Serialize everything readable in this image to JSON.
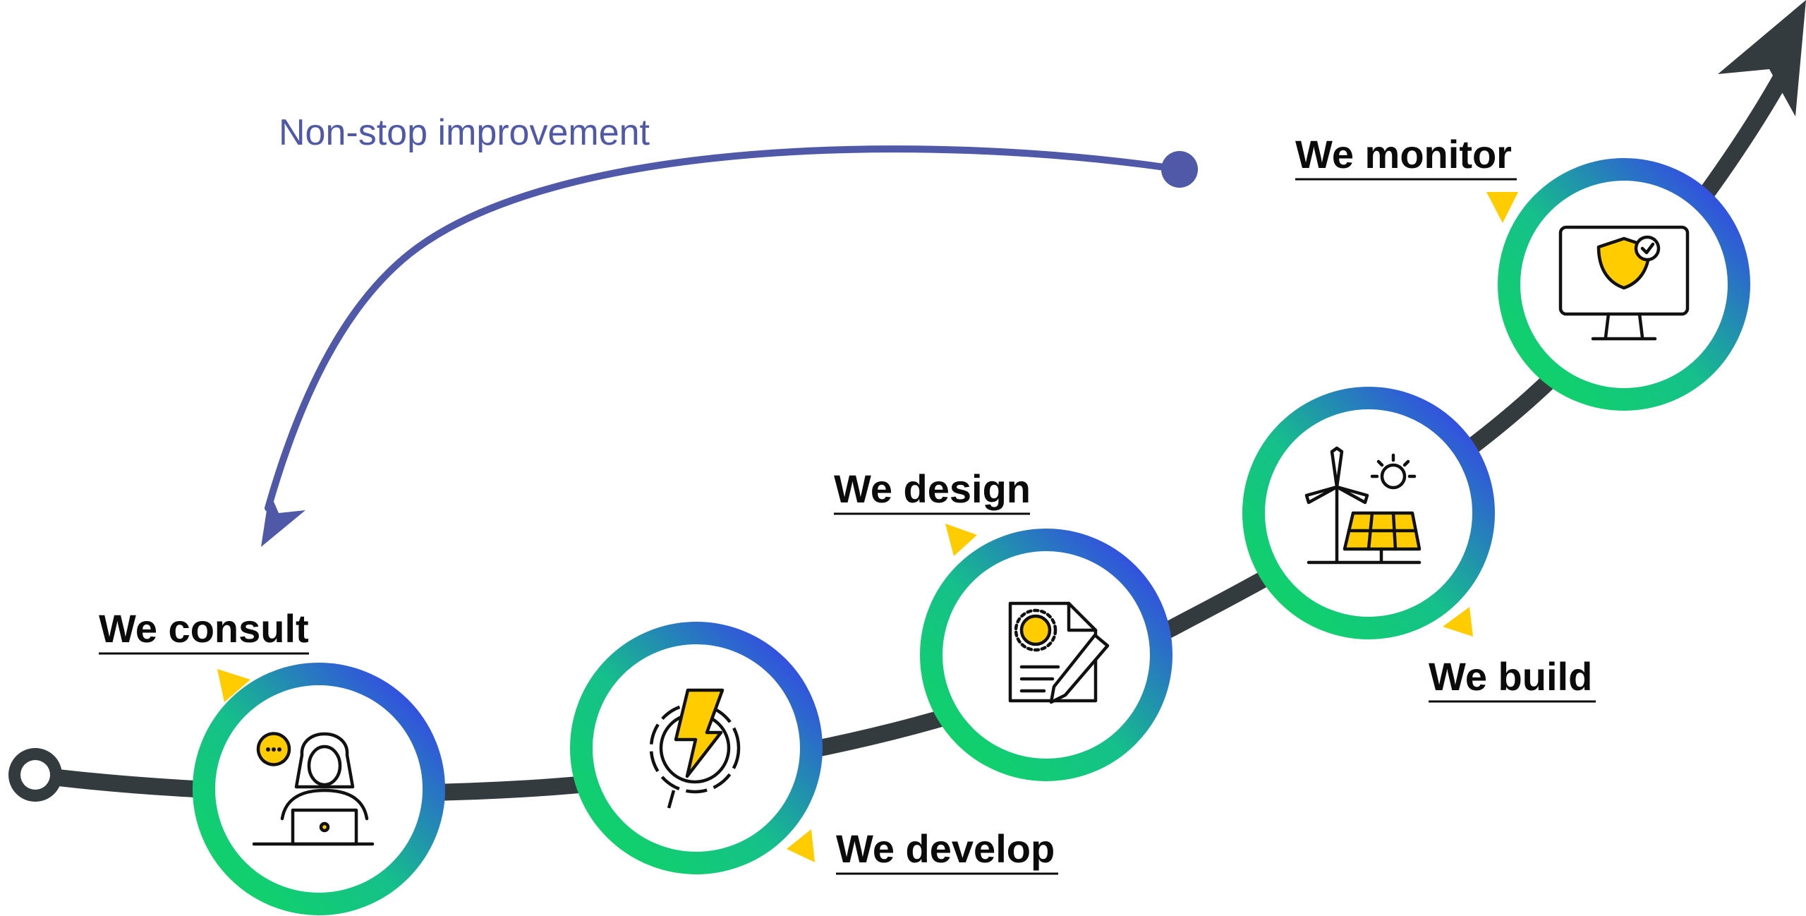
{
  "loop": {
    "label": "Non-stop improvement",
    "color": "#5059a8"
  },
  "colors": {
    "path": "#343b3f",
    "accent": "#ffcc00",
    "ring_green": "#0fd661",
    "ring_blue": "#3a35f4",
    "text": "#0b0b0b"
  },
  "steps": [
    {
      "label": "We consult",
      "icon": "consultant-headset-icon"
    },
    {
      "label": "We develop",
      "icon": "gear-lightning-icon"
    },
    {
      "label": "We design",
      "icon": "document-pencil-icon"
    },
    {
      "label": "We build",
      "icon": "wind-turbine-solar-panel-icon"
    },
    {
      "label": "We monitor",
      "icon": "monitor-shield-check-icon"
    }
  ]
}
